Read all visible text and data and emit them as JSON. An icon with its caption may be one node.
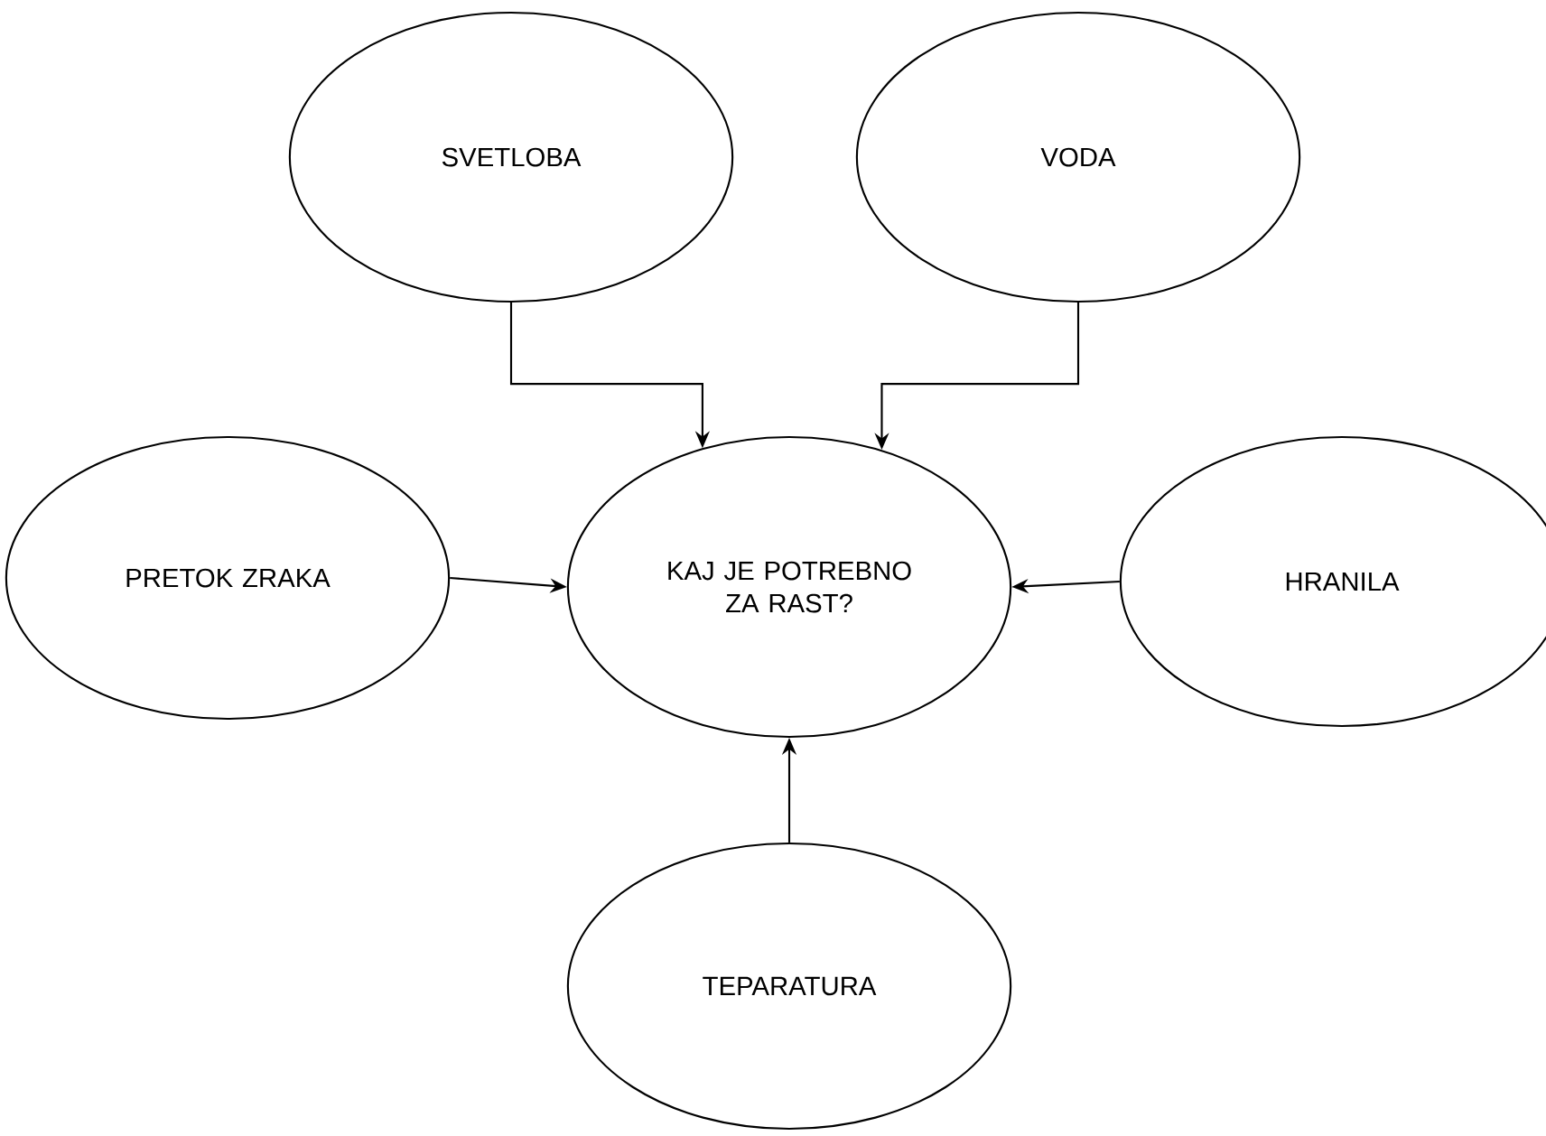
{
  "diagram": {
    "nodes": [
      {
        "text": [
          "SVETLOBA"
        ]
      },
      {
        "text": [
          "VODA"
        ]
      },
      {
        "text": [
          "PRETOK ZRAKA"
        ]
      },
      {
        "text": [
          "KAJ JE POTREBNO ZA RAST?"
        ]
      },
      {
        "text": [
          "HRANILA"
        ]
      },
      {
        "text": [
          "TEPARATURA"
        ]
      }
    ],
    "edges": [
      {
        "from": 0,
        "to": 3,
        "arrow": "to"
      },
      {
        "from": 1,
        "to": 3,
        "arrow": "to"
      },
      {
        "from": 2,
        "to": 3,
        "arrow": "to"
      },
      {
        "from": 4,
        "to": 3,
        "arrow": "to"
      },
      {
        "from": 5,
        "to": 3,
        "arrow": "to"
      }
    ]
  }
}
